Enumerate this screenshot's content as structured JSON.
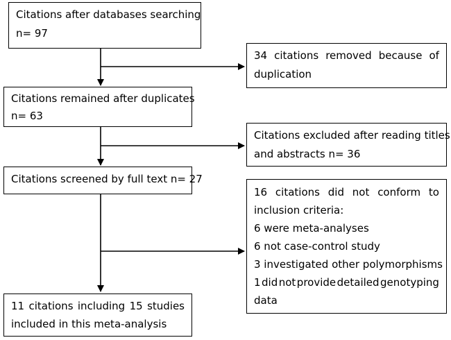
{
  "boxes": {
    "databases": {
      "line1": "Citations after databases searching",
      "line2": "n= 97"
    },
    "duplicates_removed": {
      "line1_words": [
        "34",
        "citations",
        "removed",
        "because",
        "of"
      ],
      "line2": "duplication"
    },
    "after_duplicates": {
      "line1": "Citations remained after duplicates",
      "line2": "n= 63"
    },
    "titles_excluded": {
      "line1": "Citations excluded after reading titles",
      "line2": "and abstracts n= 36"
    },
    "full_text": {
      "line1": "Citations screened by full text n= 27"
    },
    "full_text_excluded": {
      "line1_words": [
        "16",
        "citations",
        "did",
        "not",
        "conform",
        "to"
      ],
      "line2": "inclusion criteria:",
      "line3": "6 were meta-analyses",
      "line4": "6 not case-control study",
      "line5": "3 investigated other polymorphisms",
      "line6_words": [
        "1",
        "did",
        "not",
        "provide",
        "detailed",
        "genotyping"
      ],
      "line7": "data"
    },
    "included": {
      "line1_words": [
        "11",
        "citations",
        "including",
        "15",
        "studies"
      ],
      "line2": "included in this meta-analysis"
    }
  }
}
